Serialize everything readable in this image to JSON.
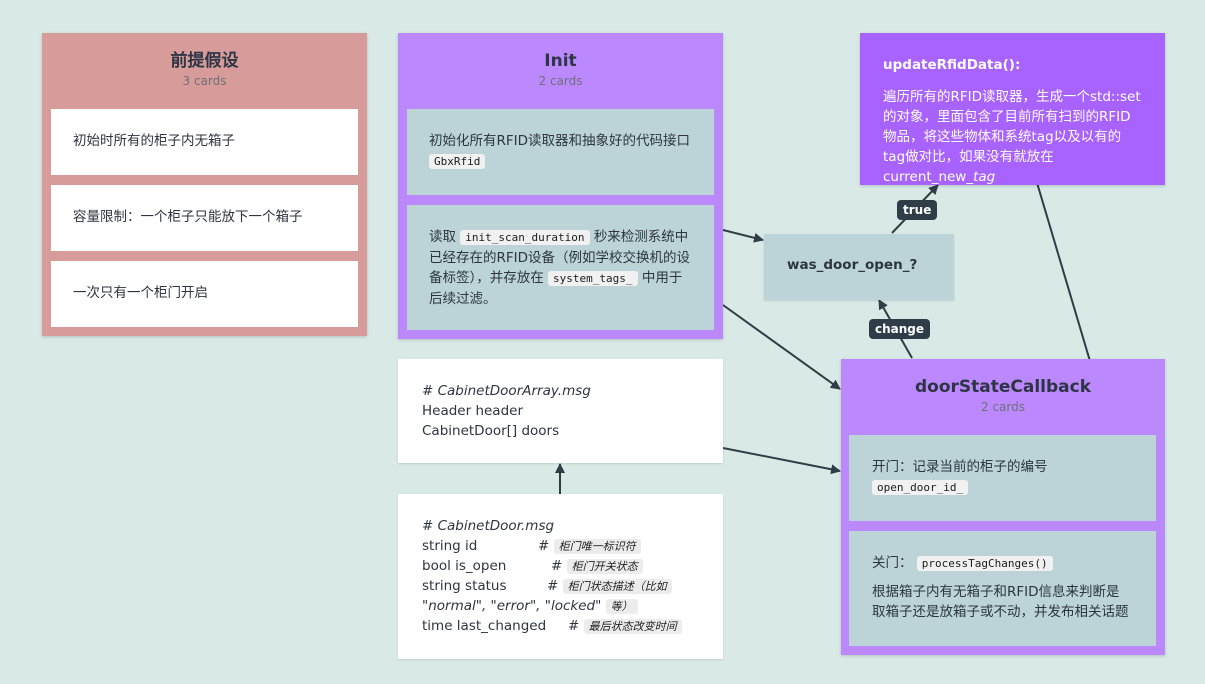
{
  "colors": {
    "background": "#d9eae6",
    "assumptions": "#d79c9a",
    "lavender": "#bb89fd",
    "purple": "#a862fd",
    "card_blue": "#bcd3d7",
    "edge": "#2e3d48"
  },
  "assumptions": {
    "title": "前提假设",
    "count": "3 cards",
    "cards": [
      "初始时所有的柜子内无箱子",
      "容量限制：一个柜子只能放下一个箱子",
      "一次只有一个柜门开启"
    ]
  },
  "init": {
    "title": "Init",
    "count": "2 cards",
    "card1": {
      "text": "初始化所有RFID读取器和抽象好的代码接口",
      "code": "GbxRfid"
    },
    "card2": {
      "t1": "读取",
      "code1": "init_scan_duration",
      "t2": "秒来检测系统中已经存在的RFID设备（例如学校交换机的设备标签），并存放在",
      "code2": "system_tags_",
      "t3": "中用于后续过滤。"
    }
  },
  "update": {
    "title": "updateRfidData():",
    "body": "遍历所有的RFID读取器，生成一个std::set的对象，里面包含了目前所有扫到的RFID物品，将这些物体和系统tag以及以有的tag做对比，如果没有就放在current_new_",
    "body_italic": "tag"
  },
  "was_door": {
    "label": "was_door_open_?"
  },
  "edges": {
    "true_label": "true",
    "change_label": "change"
  },
  "callback": {
    "title": "doorStateCallback",
    "count": "2 cards",
    "card1": {
      "text": "开门：记录当前的柜子的编号",
      "code": "open_door_id_"
    },
    "card2": {
      "prefix": "关门：",
      "code": "processTagChanges()",
      "text": "根据箱子内有无箱子和RFID信息来判断是取箱子还是放箱子或不动，并发布相关话题"
    }
  },
  "door_array_msg": {
    "header": "# CabinetDoorArray.msg",
    "lines": [
      "Header header",
      "CabinetDoor[] doors"
    ]
  },
  "door_msg": {
    "header": "# CabinetDoor.msg",
    "fields": [
      {
        "field": "string id",
        "comment": "柜门唯一标识符"
      },
      {
        "field": "bool is_open",
        "comment": "柜门开关状态"
      },
      {
        "field": "string status",
        "comment": "柜门状态描述（比如"
      },
      {
        "field": "time last_changed",
        "comment": "最后状态改变时间"
      }
    ],
    "status_continuation": "\"normal\", \"error\", \"locked\"",
    "status_end": "等）"
  }
}
